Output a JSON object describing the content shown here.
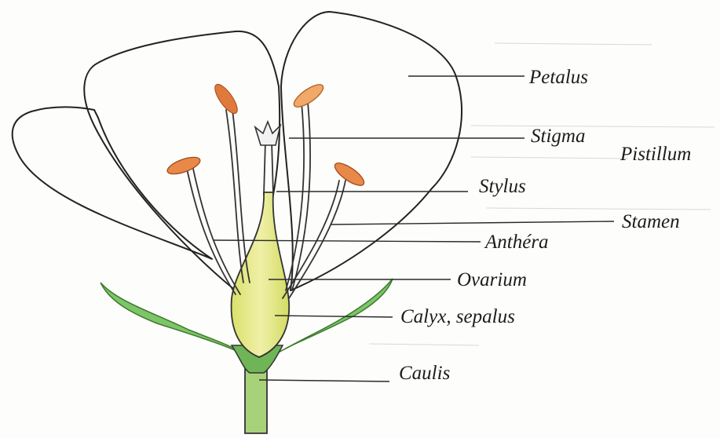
{
  "labels": {
    "petalus": "Petalus",
    "stigma": "Stigma",
    "pistillum": "Pistillum",
    "stylus": "Stylus",
    "stamen": "Stamen",
    "anthera": "Anthéra",
    "ovarium": "Ovarium",
    "calyx": "Calyx, sepalus",
    "caulis": "Caulis"
  },
  "colors": {
    "petal": "#f4c2c8",
    "petal_dark": "#ef9aa4",
    "anther": "#e07a3c",
    "ovary": "#e8ea8e",
    "sepal": "#7ec56a",
    "stem": "#a8d27a",
    "ink": "#222222"
  }
}
